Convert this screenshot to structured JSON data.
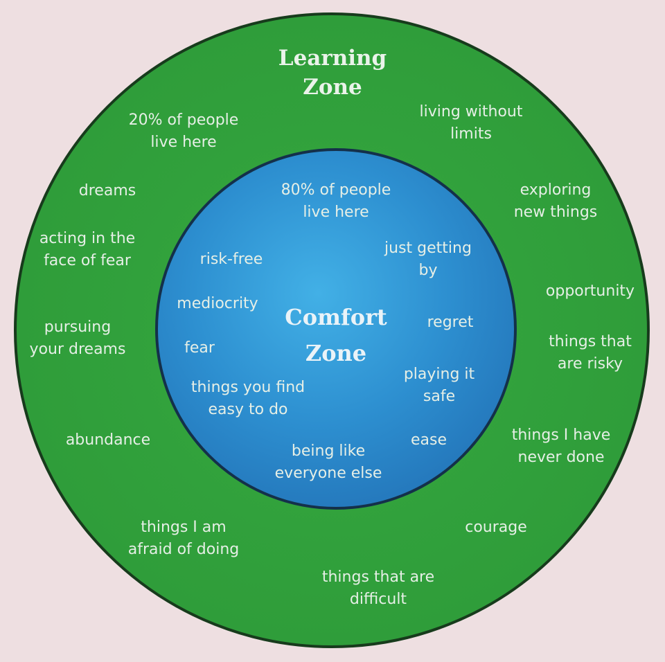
{
  "learning_zone": {
    "title": "Learning\nZone",
    "items": [
      "20% of people\nlive here",
      "living without\nlimits",
      "dreams",
      "exploring\nnew things",
      "acting in the\nface of fear",
      "opportunity",
      "pursuing\nyour dreams",
      "things that\nare risky",
      "abundance",
      "things I have\nnever done",
      "things I am\nafraid of doing",
      "courage",
      "things that are\ndifficult"
    ]
  },
  "comfort_zone": {
    "title": "Comfort\nZone",
    "items": [
      "80% of people\nlive here",
      "just getting\nby",
      "risk-free",
      "mediocrity",
      "regret",
      "fear",
      "playing it\nsafe",
      "things you find\neasy to do",
      "ease",
      "being like\neveryone else"
    ]
  },
  "colors": {
    "background": "#eedfe1",
    "learning": "#2f9d3a",
    "comfort": "#2d8fd0",
    "text": "#e6efe6"
  }
}
